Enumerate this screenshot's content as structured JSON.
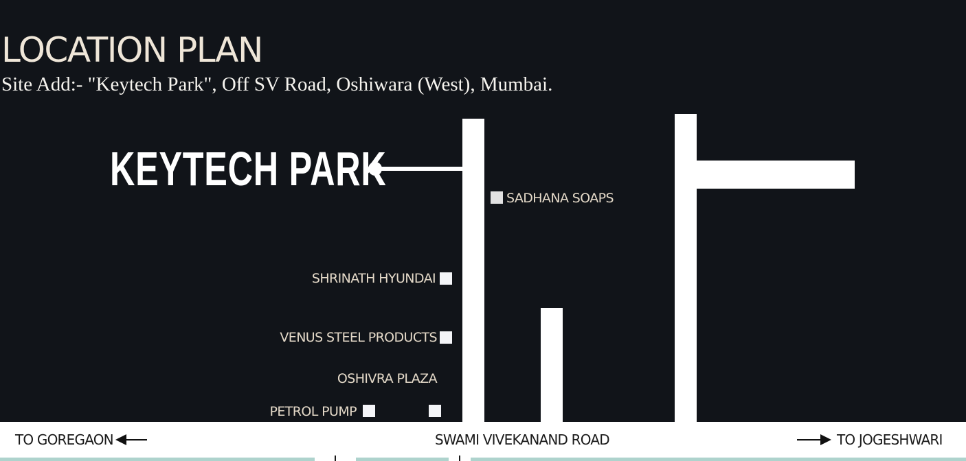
{
  "header": {
    "title": "LOCATION PLAN",
    "address": "Site Add:- \"Keytech Park\", Off SV Road, Oshiwara (West), Mumbai."
  },
  "map": {
    "site_name": "KEYTECH PARK",
    "landmarks": [
      {
        "label": "SADHANA SOAPS",
        "marker_side": "left"
      },
      {
        "label": "SHRINATH HYUNDAI",
        "marker_side": "right"
      },
      {
        "label": "VENUS STEEL PRODUCTS",
        "marker_side": "right"
      },
      {
        "label": "OSHIVRA PLAZA",
        "marker_side": "below-right"
      },
      {
        "label": "PETROL PUMP",
        "marker_side": "right"
      }
    ],
    "main_road": {
      "label": "SWAMI VIVEKANAND ROAD",
      "left_direction": "TO GOREGAON",
      "right_direction": "TO JOGESHWARI"
    },
    "icons": {
      "left_arrow": "arrow-left-icon",
      "right_arrow": "arrow-right-icon",
      "landmark_marker": "square-marker-icon",
      "site_pointer": "dot-pointer-icon"
    },
    "colors": {
      "background": "#111419",
      "road": "#ffffff",
      "title": "#efe6d8",
      "landmark_text": "#e4d9c8",
      "strip": "#aed3cd"
    }
  }
}
